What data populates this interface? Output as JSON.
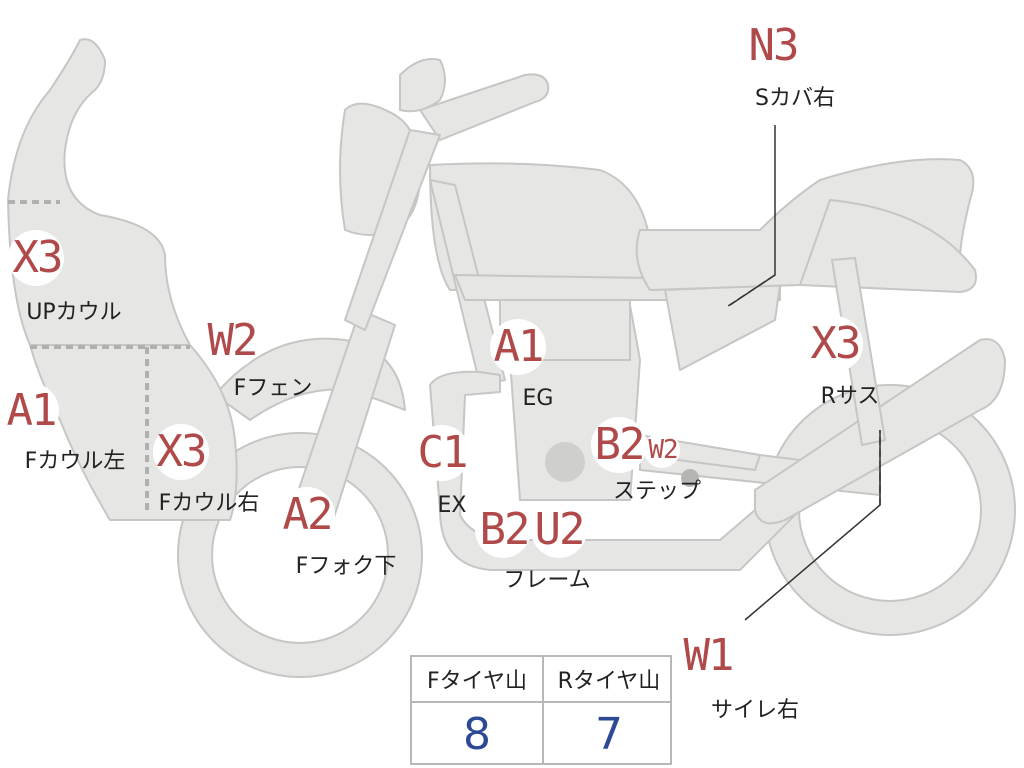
{
  "labels": {
    "n3_grade": "N3",
    "n3_part": "Sカバ右",
    "x3_up_grade": "X3",
    "x3_up_part": "UPカウル",
    "w2_fender_grade": "W2",
    "w2_fender_part": "Fフェン",
    "a1_eg_grade": "A1",
    "a1_eg_part": "EG",
    "x3_rsus_grade": "X3",
    "x3_rsus_part": "Rサス",
    "a1_fcowl_l_grade": "A1",
    "a1_fcowl_l_part": "Fカウル左",
    "x3_fcowl_r_grade": "X3",
    "x3_fcowl_r_part": "Fカウル右",
    "c1_ex_grade": "C1",
    "c1_ex_part": "EX",
    "b2_step_grade": "B2",
    "w2_step_grade": "W2",
    "step_part": "ステップ",
    "a2_fork_grade": "A2",
    "a2_fork_part": "Fフォク下",
    "b2_frame_grade": "B2",
    "u2_frame_grade": "U2",
    "frame_part": "フレーム",
    "w1_grade": "W1",
    "w1_part": "サイレ右"
  },
  "tire_table": {
    "front_header": "Fタイヤ山",
    "rear_header": "Rタイヤ山",
    "front_value": "8",
    "rear_value": "7"
  },
  "colors": {
    "body_fill": "#e6e6e4",
    "body_stroke": "#c6c6c4",
    "grade_text": "#b04a4a",
    "tire_value_text": "#2b4a93"
  }
}
